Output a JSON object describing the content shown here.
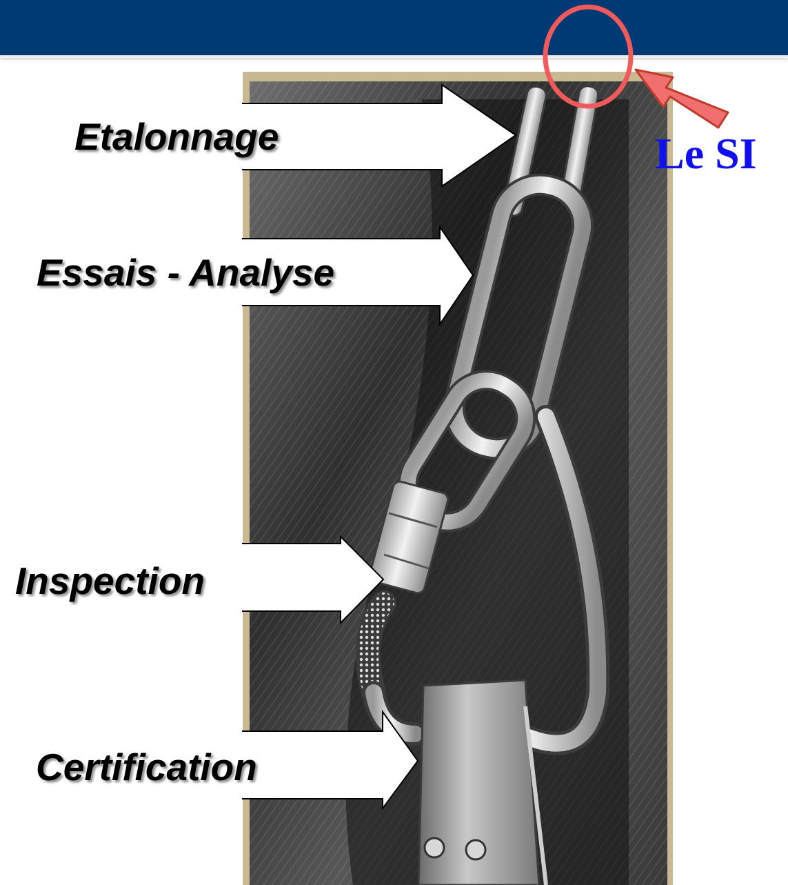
{
  "labels": {
    "etalonnage": "Etalonnage",
    "essais_analyse": "Essais - Analyse",
    "inspection": "Inspection",
    "certification": "Certification"
  },
  "callout": {
    "text": "Le SI"
  },
  "colors": {
    "header": "#003a75",
    "callout_text": "#1010ee",
    "callout_circle": "#f05a5a",
    "label_text": "#000000"
  },
  "illustration": {
    "subject": "chain-links",
    "style": "pencil-sketch"
  }
}
